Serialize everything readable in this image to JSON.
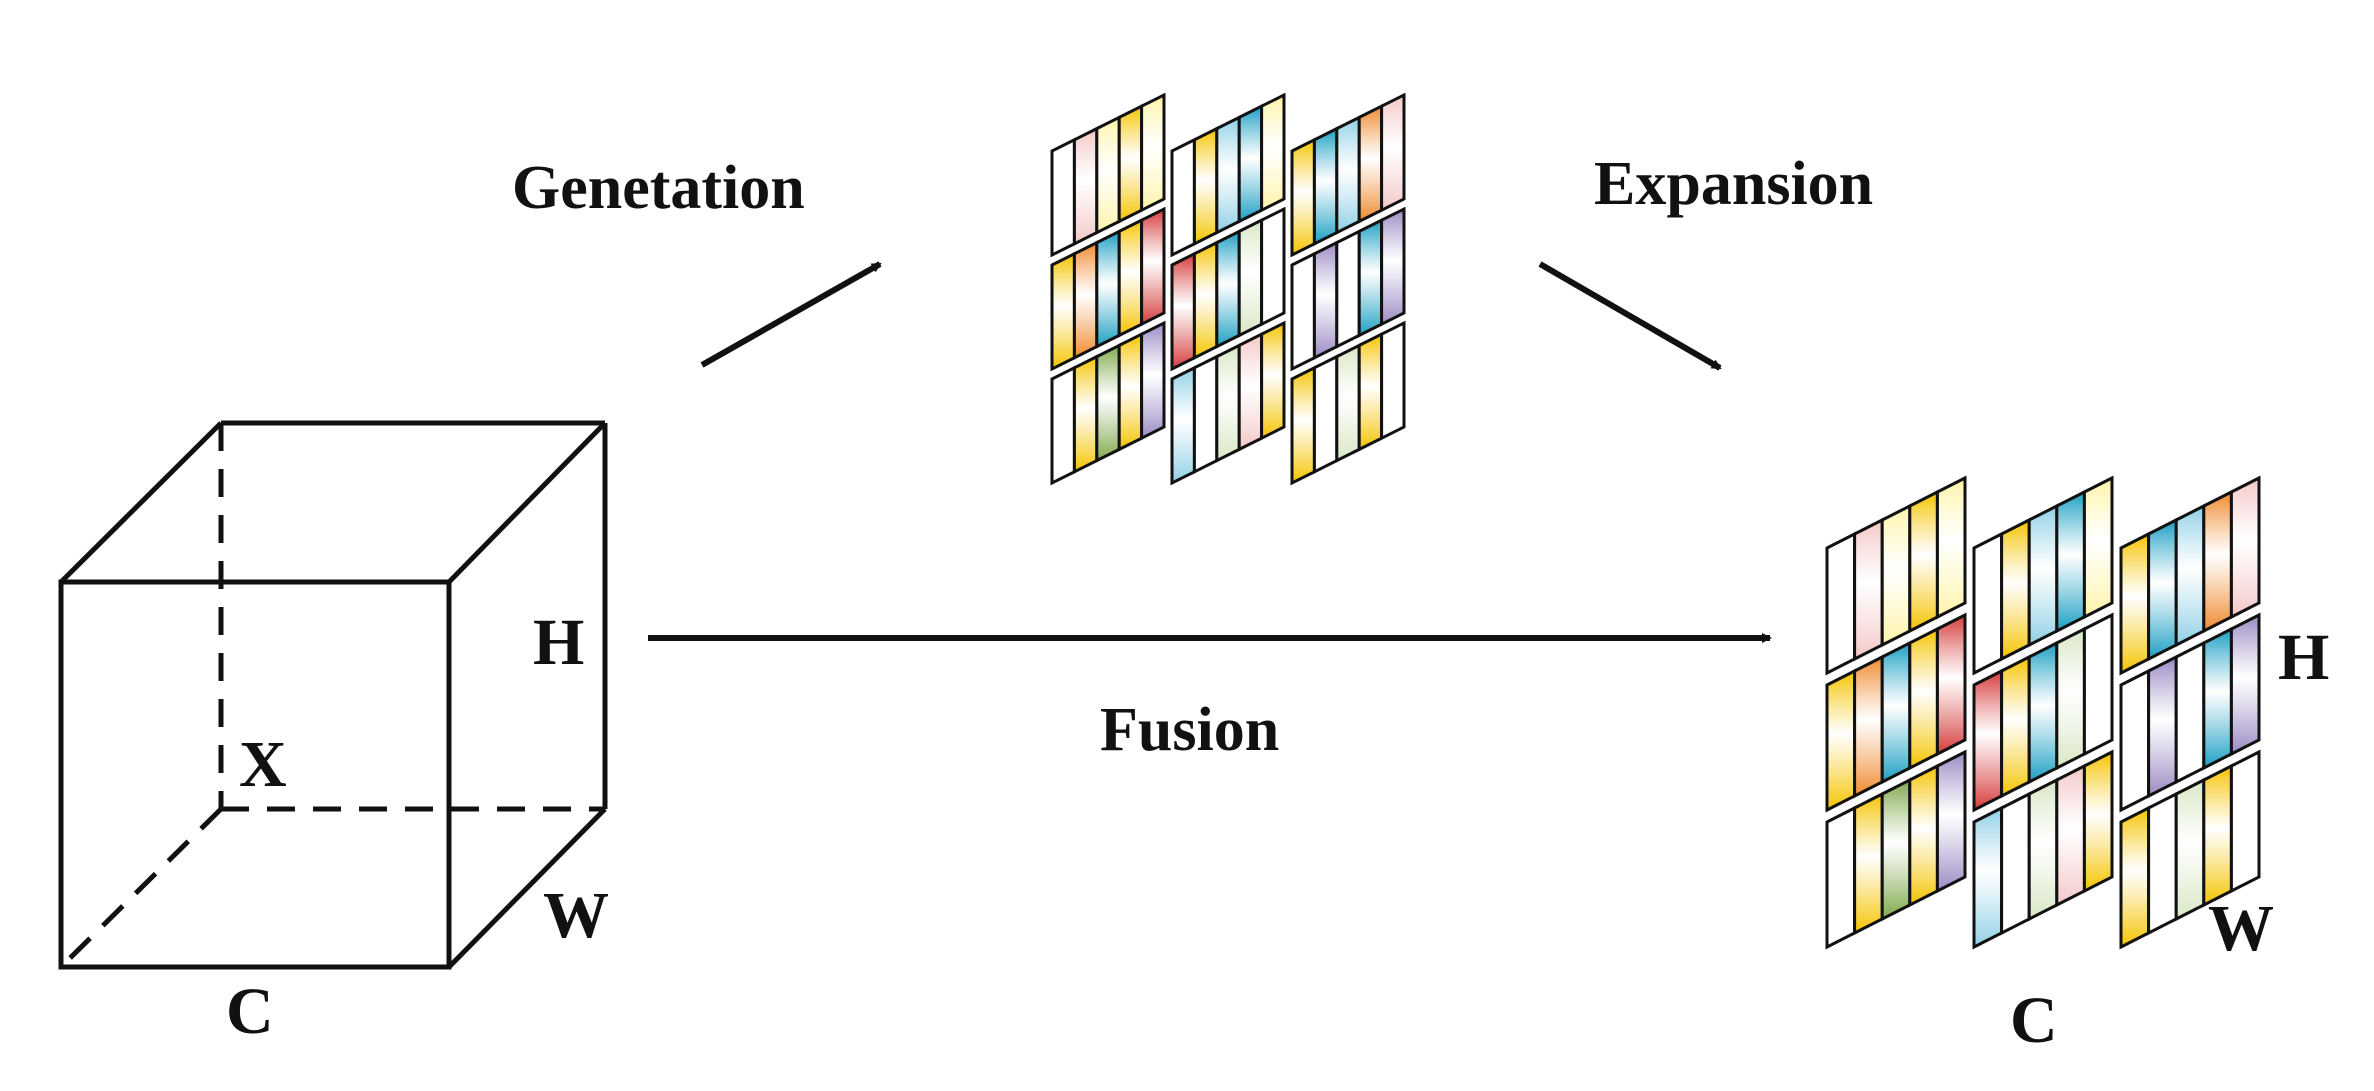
{
  "labels": {
    "generation": "Genetation",
    "expansion": "Expansion",
    "fusion": "Fusion",
    "input_height": "H",
    "input_width": "W",
    "input_channel": "C",
    "input_tensor": "X",
    "output_height": "H",
    "output_width": "W",
    "output_channel": "C"
  },
  "colors": {
    "stroke": "#111111",
    "background": "#ffffff",
    "strip_palette": [
      "#f4c7c7",
      "#d8e7c4",
      "#f5c400",
      "#f08a2e",
      "#e84a1a",
      "#d63a3a",
      "#1b9fc3",
      "#8fd0e6",
      "#7fa84a",
      "#9b8ac4",
      "#fff4a8",
      "#ffffff"
    ]
  },
  "generated_groups": [
    [
      [
        "#ffffff",
        "#f4c7c7",
        "#fff4a8",
        "#f5c400",
        "#fff4a8"
      ],
      [
        "#f5c400",
        "#f08a2e",
        "#1b9fc3",
        "#f5c400",
        "#d63a3a"
      ],
      [
        "#ffffff",
        "#f5c400",
        "#7fa84a",
        "#f5c400",
        "#9b8ac4"
      ]
    ],
    [
      [
        "#ffffff",
        "#f5c400",
        "#8fd0e6",
        "#1b9fc3",
        "#fff4a8"
      ],
      [
        "#d63a3a",
        "#f5c400",
        "#1b9fc3",
        "#d8e7c4",
        "#ffffff"
      ],
      [
        "#8fd0e6",
        "#ffffff",
        "#d8e7c4",
        "#f4c7c7",
        "#f5c400"
      ]
    ],
    [
      [
        "#f5c400",
        "#1b9fc3",
        "#8fd0e6",
        "#f08a2e",
        "#f4c7c7"
      ],
      [
        "#ffffff",
        "#9b8ac4",
        "#ffffff",
        "#1b9fc3",
        "#9b8ac4"
      ],
      [
        "#f5c400",
        "#ffffff",
        "#d8e7c4",
        "#f5c400",
        "#ffffff"
      ]
    ]
  ]
}
